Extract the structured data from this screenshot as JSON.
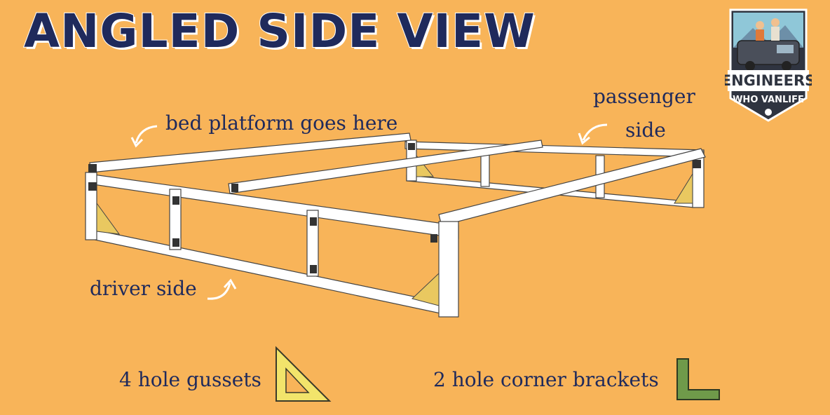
{
  "title": "ANGLED SIDE VIEW",
  "labels": {
    "bed_platform": "bed platform goes here",
    "passenger_line1": "passenger",
    "passenger_line2": "side",
    "driver": "driver side",
    "gussets": "4 hole gussets",
    "brackets": "2 hole corner brackets"
  },
  "logo": {
    "line1": "ENGINEERS",
    "line2": "WHO VANLIFE",
    "icon": "van-logo-badge"
  },
  "colors": {
    "background": "#f8b459",
    "title": "#1f2a5c",
    "frame": "#ffffff",
    "frame_edge": "#444444",
    "gusset": "#f2d36b",
    "bracket": "#6f9a4a"
  },
  "icons": {
    "arrow": "curved-arrow-icon",
    "gusset": "triangle-gusset-icon",
    "bracket": "l-bracket-icon"
  }
}
